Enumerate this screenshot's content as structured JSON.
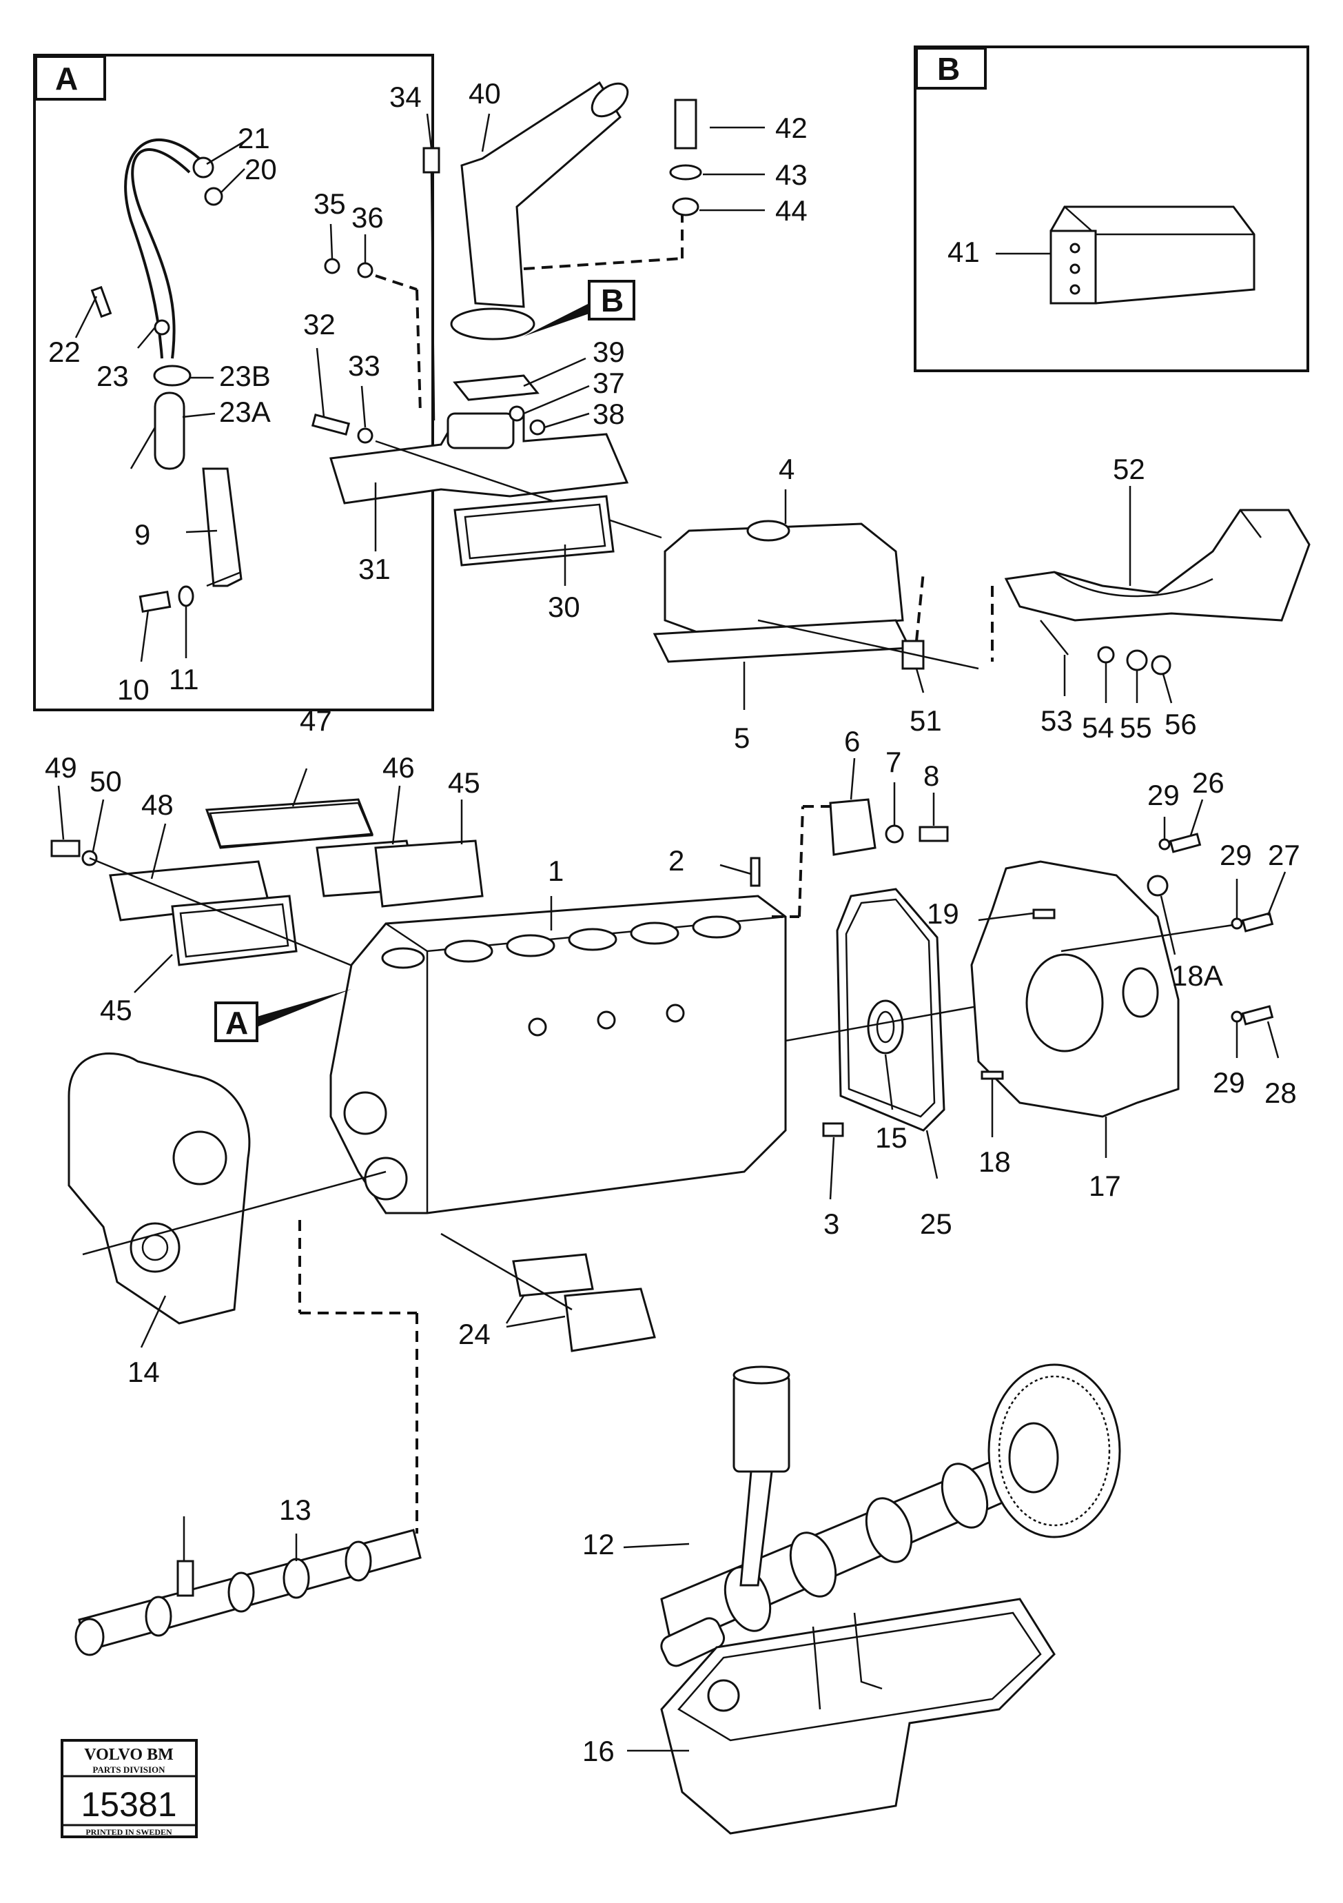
{
  "insets": {
    "a": {
      "title": "A"
    },
    "b": {
      "title": "B"
    }
  },
  "callouts": {
    "a": "A",
    "b": "B"
  },
  "labels": [
    {
      "id": "1",
      "text": "1"
    },
    {
      "id": "2",
      "text": "2"
    },
    {
      "id": "3",
      "text": "3"
    },
    {
      "id": "4",
      "text": "4"
    },
    {
      "id": "5",
      "text": "5"
    },
    {
      "id": "6",
      "text": "6"
    },
    {
      "id": "7",
      "text": "7"
    },
    {
      "id": "8",
      "text": "8"
    },
    {
      "id": "9",
      "text": "9"
    },
    {
      "id": "10",
      "text": "10"
    },
    {
      "id": "11",
      "text": "11"
    },
    {
      "id": "12",
      "text": "12"
    },
    {
      "id": "13",
      "text": "13"
    },
    {
      "id": "14",
      "text": "14"
    },
    {
      "id": "15",
      "text": "15"
    },
    {
      "id": "16",
      "text": "16"
    },
    {
      "id": "17",
      "text": "17"
    },
    {
      "id": "18",
      "text": "18"
    },
    {
      "id": "18A",
      "text": "18A"
    },
    {
      "id": "19",
      "text": "19"
    },
    {
      "id": "20",
      "text": "20"
    },
    {
      "id": "21",
      "text": "21"
    },
    {
      "id": "22",
      "text": "22"
    },
    {
      "id": "23",
      "text": "23"
    },
    {
      "id": "23A",
      "text": "23A"
    },
    {
      "id": "23B",
      "text": "23B"
    },
    {
      "id": "24",
      "text": "24"
    },
    {
      "id": "25",
      "text": "25"
    },
    {
      "id": "26",
      "text": "26"
    },
    {
      "id": "27",
      "text": "27"
    },
    {
      "id": "28",
      "text": "28"
    },
    {
      "id": "29a",
      "text": "29"
    },
    {
      "id": "29b",
      "text": "29"
    },
    {
      "id": "29c",
      "text": "29"
    },
    {
      "id": "30",
      "text": "30"
    },
    {
      "id": "31",
      "text": "31"
    },
    {
      "id": "32",
      "text": "32"
    },
    {
      "id": "33",
      "text": "33"
    },
    {
      "id": "34",
      "text": "34"
    },
    {
      "id": "35",
      "text": "35"
    },
    {
      "id": "36",
      "text": "36"
    },
    {
      "id": "37",
      "text": "37"
    },
    {
      "id": "38",
      "text": "38"
    },
    {
      "id": "39",
      "text": "39"
    },
    {
      "id": "40",
      "text": "40"
    },
    {
      "id": "41",
      "text": "41"
    },
    {
      "id": "42",
      "text": "42"
    },
    {
      "id": "43",
      "text": "43"
    },
    {
      "id": "44",
      "text": "44"
    },
    {
      "id": "45a",
      "text": "45"
    },
    {
      "id": "45b",
      "text": "45"
    },
    {
      "id": "46",
      "text": "46"
    },
    {
      "id": "47",
      "text": "47"
    },
    {
      "id": "48",
      "text": "48"
    },
    {
      "id": "49",
      "text": "49"
    },
    {
      "id": "50",
      "text": "50"
    },
    {
      "id": "51",
      "text": "51"
    },
    {
      "id": "52",
      "text": "52"
    },
    {
      "id": "53",
      "text": "53"
    },
    {
      "id": "54",
      "text": "54"
    },
    {
      "id": "55",
      "text": "55"
    },
    {
      "id": "56",
      "text": "56"
    }
  ],
  "stamp": {
    "brand": "VOLVO BM",
    "division": "PARTS DIVISION",
    "number": "15381",
    "footer": "PRINTED IN SWEDEN"
  }
}
